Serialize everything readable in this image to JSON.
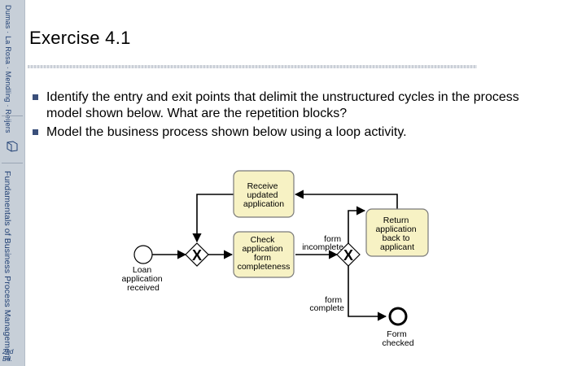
{
  "sidebar": {
    "top_text": "Dumas · La Rosa · Mendling · Reijers",
    "bottom_text": "Fundamentals of Business Process Management",
    "edition": "2nd Ed."
  },
  "slide": {
    "title": "Exercise 4.1",
    "bullets": [
      "Identify the entry and exit points that delimit the unstructured cycles in the process model shown below. What are the repetition blocks?",
      "Model the business process shown below using a loop activity."
    ]
  },
  "diagram": {
    "start_event": [
      "Loan",
      "application",
      "received"
    ],
    "end_event": [
      "Form",
      "checked"
    ],
    "tasks": {
      "receive": [
        "Receive",
        "updated",
        "application"
      ],
      "check": [
        "Check",
        "application",
        "form",
        "completeness"
      ],
      "return": [
        "Return",
        "application",
        "back to",
        "applicant"
      ]
    },
    "gateway_marker": "X",
    "flow_labels": {
      "incomplete": [
        "form",
        "incomplete"
      ],
      "complete": [
        "form",
        "complete"
      ]
    },
    "colors": {
      "task_fill": "#f7f2c4",
      "task_stroke": "#7a7a7a"
    }
  }
}
